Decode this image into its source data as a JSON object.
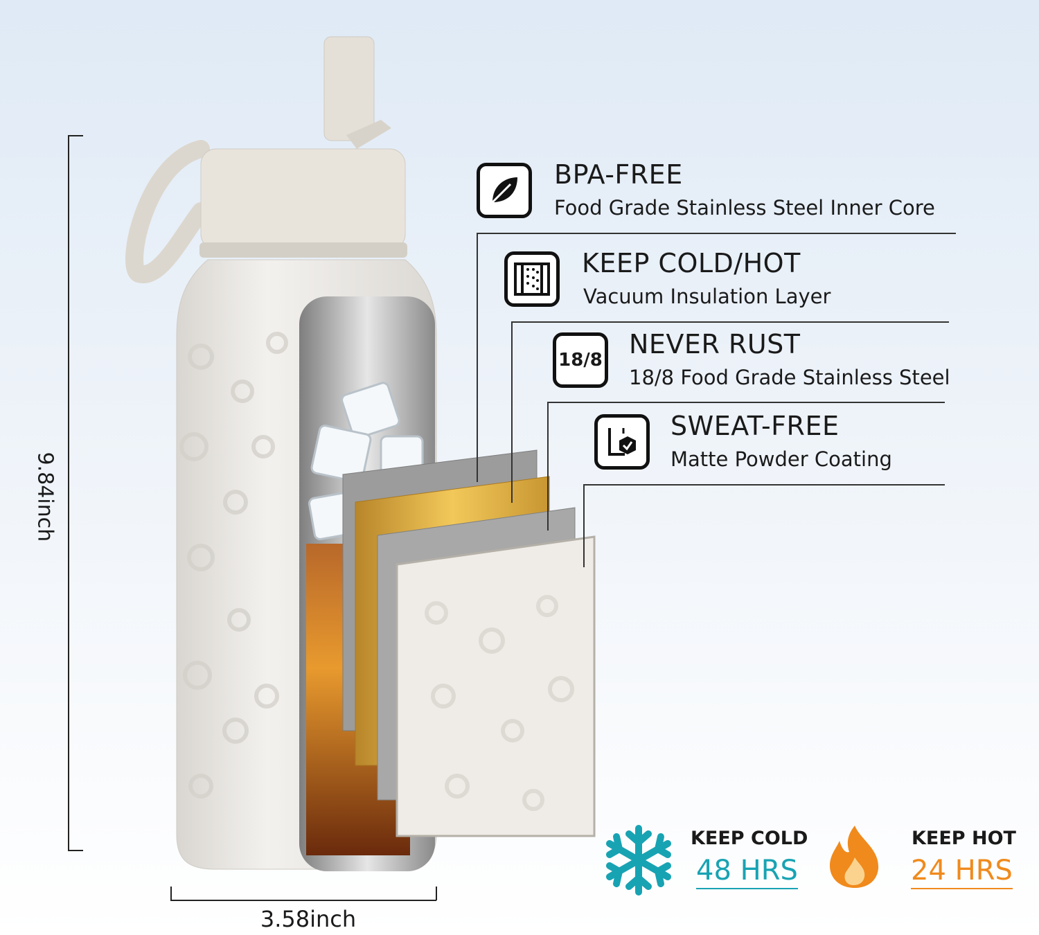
{
  "dimensions": {
    "height_label": "9.84inch",
    "width_label": "3.58inch"
  },
  "features": [
    {
      "icon": "leaf-icon",
      "title": "BPA-FREE",
      "subtitle": "Food Grade Stainless Steel Inner Core"
    },
    {
      "icon": "insulation-icon",
      "title": "KEEP COLD/HOT",
      "subtitle": "Vacuum Insulation Layer"
    },
    {
      "icon": "steel-grade-icon",
      "icon_text": "18/8",
      "title": "NEVER RUST",
      "subtitle": "18/8 Food Grade Stainless Steel"
    },
    {
      "icon": "coating-icon",
      "title": "SWEAT-FREE",
      "subtitle": "Matte Powder Coating"
    }
  ],
  "keep": {
    "cold": {
      "icon": "snowflake-icon",
      "title": "KEEP COLD",
      "value": "48 HRS",
      "color": "#18a3b3"
    },
    "hot": {
      "icon": "flame-icon",
      "title": "KEEP HOT",
      "value": "24 HRS",
      "color": "#f08a1c"
    }
  },
  "colors": {
    "bottle": "#ece9e4",
    "lid": "#e6e2da",
    "gold_layer": "#e0b13a",
    "steel": "#b9b9b9"
  }
}
